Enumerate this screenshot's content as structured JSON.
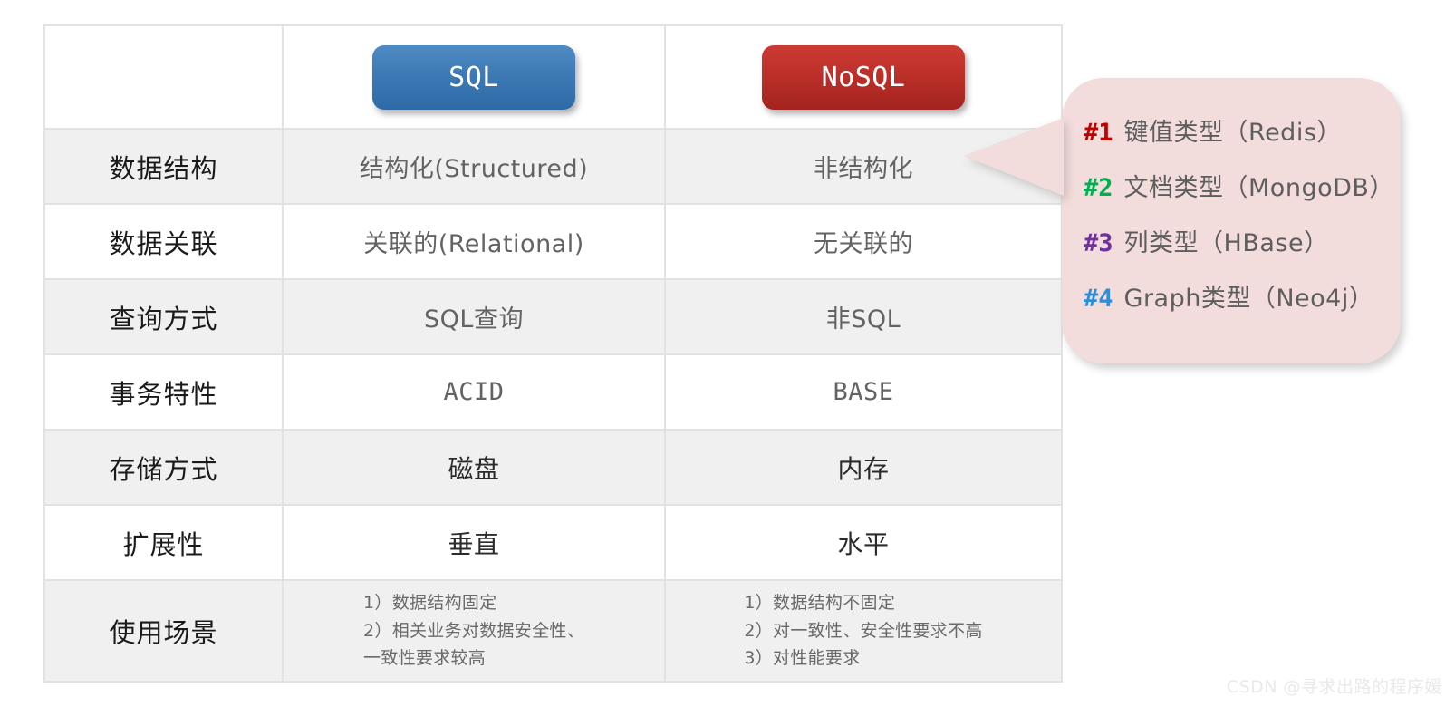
{
  "table": {
    "columns": [
      "",
      "SQL",
      "NoSQL"
    ],
    "header": {
      "sql_label": "SQL",
      "nosql_label": "NoSQL",
      "sql_color": "#3d7ab5",
      "nosql_color": "#bd302a"
    },
    "rows": [
      {
        "label": "数据结构",
        "label_bold": true,
        "sql": "结构化(Structured)",
        "nosql": "非结构化"
      },
      {
        "label": "数据关联",
        "label_bold": false,
        "sql": "关联的(Relational)",
        "nosql": "无关联的"
      },
      {
        "label": "查询方式",
        "label_bold": false,
        "sql": "SQL查询",
        "nosql": "非SQL"
      },
      {
        "label": "事务特性",
        "label_bold": false,
        "sql": "ACID",
        "nosql": "BASE"
      },
      {
        "label": "存储方式",
        "label_bold": false,
        "sql": "磁盘",
        "nosql": "内存"
      },
      {
        "label": "扩展性",
        "label_bold": false,
        "sql": "垂直",
        "nosql": "水平"
      },
      {
        "label": "使用场景",
        "label_bold": false,
        "sql_lines": [
          "1）数据结构固定",
          "2）相关业务对数据安全性、",
          "一致性要求较高"
        ],
        "nosql_lines": [
          "1）数据结构不固定",
          "2）对一致性、安全性要求不高",
          "3）对性能要求"
        ]
      }
    ]
  },
  "callout": {
    "background_color": "#f2dcdc",
    "items": [
      {
        "num": "#1",
        "num_color": "#c00000",
        "text": "键值类型（Redis）"
      },
      {
        "num": "#2",
        "num_color": "#00b050",
        "text": "文档类型（MongoDB）"
      },
      {
        "num": "#3",
        "num_color": "#7030a0",
        "text": "列类型（HBase）"
      },
      {
        "num": "#4",
        "num_color": "#2e8fd6",
        "text": "Graph类型（Neo4j）"
      }
    ]
  },
  "watermark": {
    "text": "CSDN @寻求出路的程序媛"
  }
}
